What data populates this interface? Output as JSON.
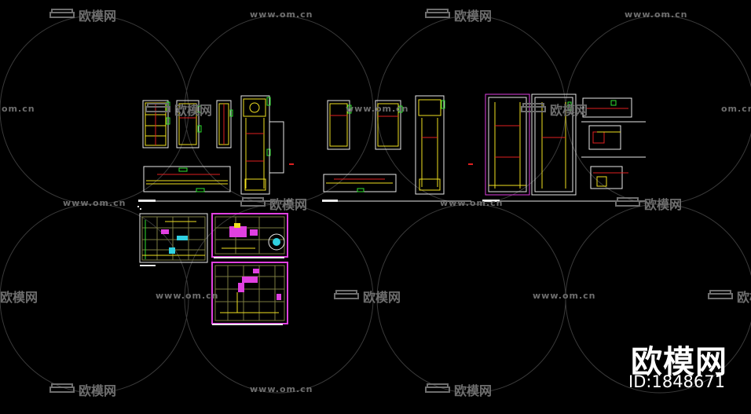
{
  "watermark": {
    "brand_text": "欧模网",
    "url_text": "www.om.cn",
    "url_partial": "om.cn"
  },
  "brand": {
    "name": "欧模网",
    "id_label": "ID:1848671"
  },
  "colors": {
    "background": "#000000",
    "watermark": "#6e6e6e",
    "cad_yellow": "#f0e020",
    "cad_red": "#e02020",
    "cad_magenta": "#e040e0",
    "cad_white": "#e8e8e8",
    "cad_green": "#30e030",
    "cad_cyan": "#30d0e0",
    "cad_grid": "#7a7a40"
  }
}
